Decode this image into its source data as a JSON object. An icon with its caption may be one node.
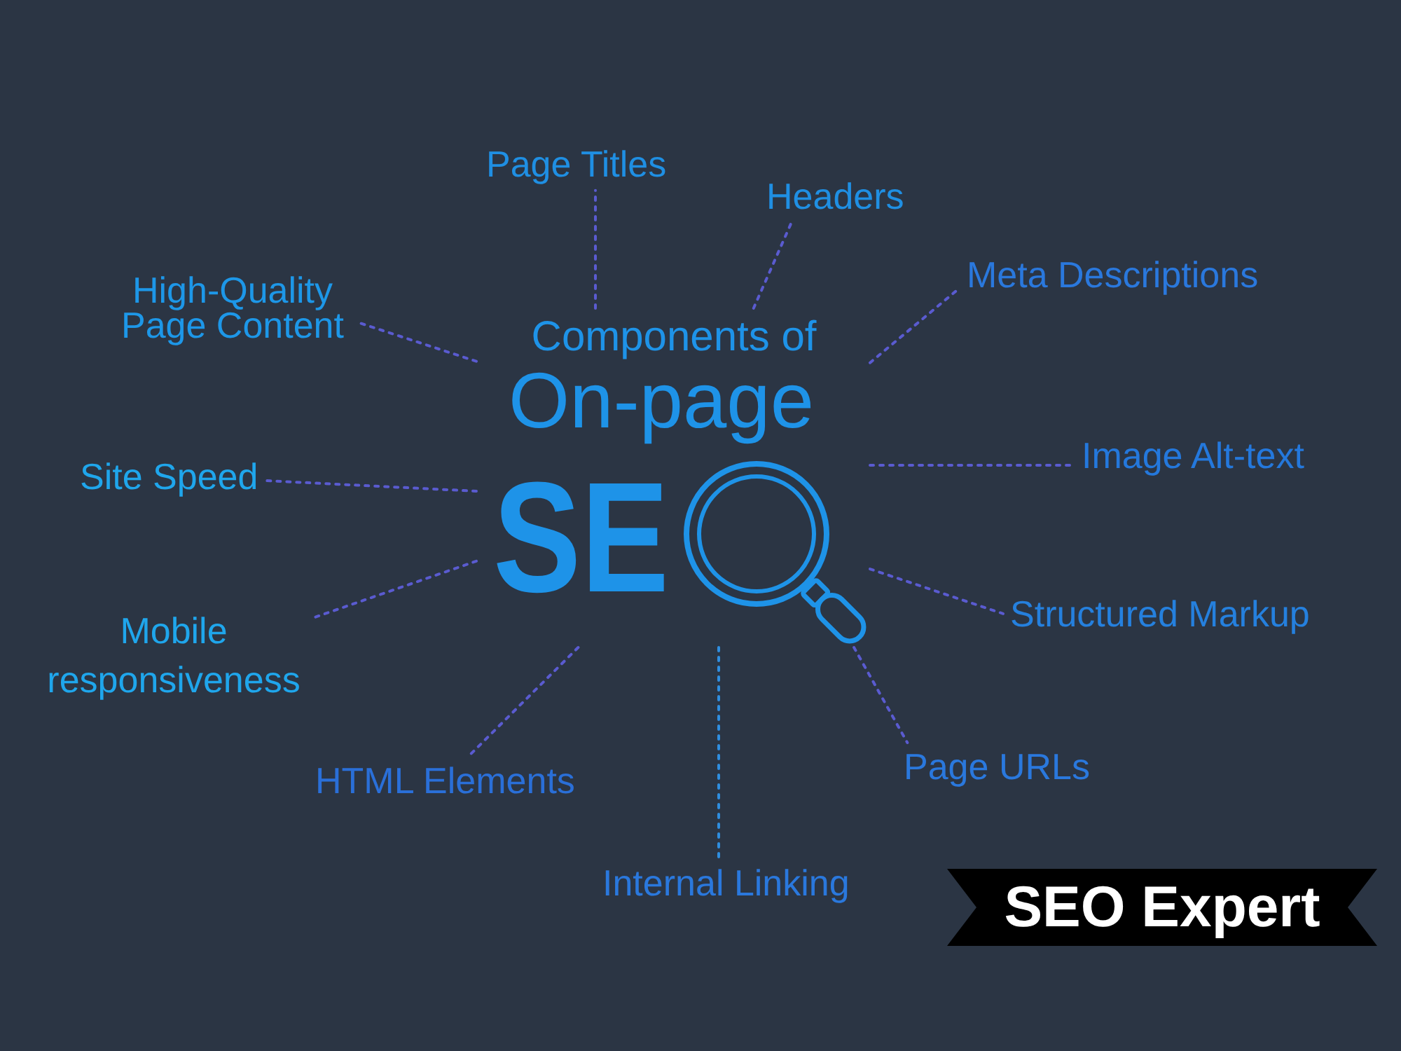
{
  "diagram": {
    "nodes": [
      {
        "text": [
          "Components of",
          "On-page",
          "SE"
        ]
      },
      {
        "text": [
          "Page Titles"
        ]
      },
      {
        "text": [
          "Headers"
        ]
      },
      {
        "text": [
          "Meta Descriptions"
        ]
      },
      {
        "text": [
          "High-Quality Page Content"
        ]
      },
      {
        "text": [
          "Image Alt-text"
        ]
      },
      {
        "text": [
          "Site Speed"
        ]
      },
      {
        "text": [
          "Structured Markup"
        ]
      },
      {
        "text": [
          "Mobile responsiveness"
        ]
      },
      {
        "text": [
          "Page URLs"
        ]
      },
      {
        "text": [
          "HTML Elements"
        ]
      },
      {
        "text": [
          "Internal Linking"
        ]
      }
    ],
    "edges": [
      {
        "from": 0,
        "to": 1,
        "arrow": "none",
        "style": "dashed"
      },
      {
        "from": 0,
        "to": 2,
        "arrow": "none",
        "style": "dashed"
      },
      {
        "from": 0,
        "to": 3,
        "arrow": "none",
        "style": "dashed"
      },
      {
        "from": 0,
        "to": 4,
        "arrow": "none",
        "style": "dashed"
      },
      {
        "from": 0,
        "to": 5,
        "arrow": "none",
        "style": "dashed"
      },
      {
        "from": 0,
        "to": 6,
        "arrow": "none",
        "style": "dashed"
      },
      {
        "from": 0,
        "to": 7,
        "arrow": "none",
        "style": "dashed"
      },
      {
        "from": 0,
        "to": 8,
        "arrow": "none",
        "style": "dashed"
      },
      {
        "from": 0,
        "to": 9,
        "arrow": "none",
        "style": "dashed"
      },
      {
        "from": 0,
        "to": 10,
        "arrow": "none",
        "style": "dashed"
      },
      {
        "from": 0,
        "to": 11,
        "arrow": "none",
        "style": "dashed",
        "color": "#2f8ee0"
      }
    ],
    "labels": [
      "SEO Expert"
    ]
  }
}
